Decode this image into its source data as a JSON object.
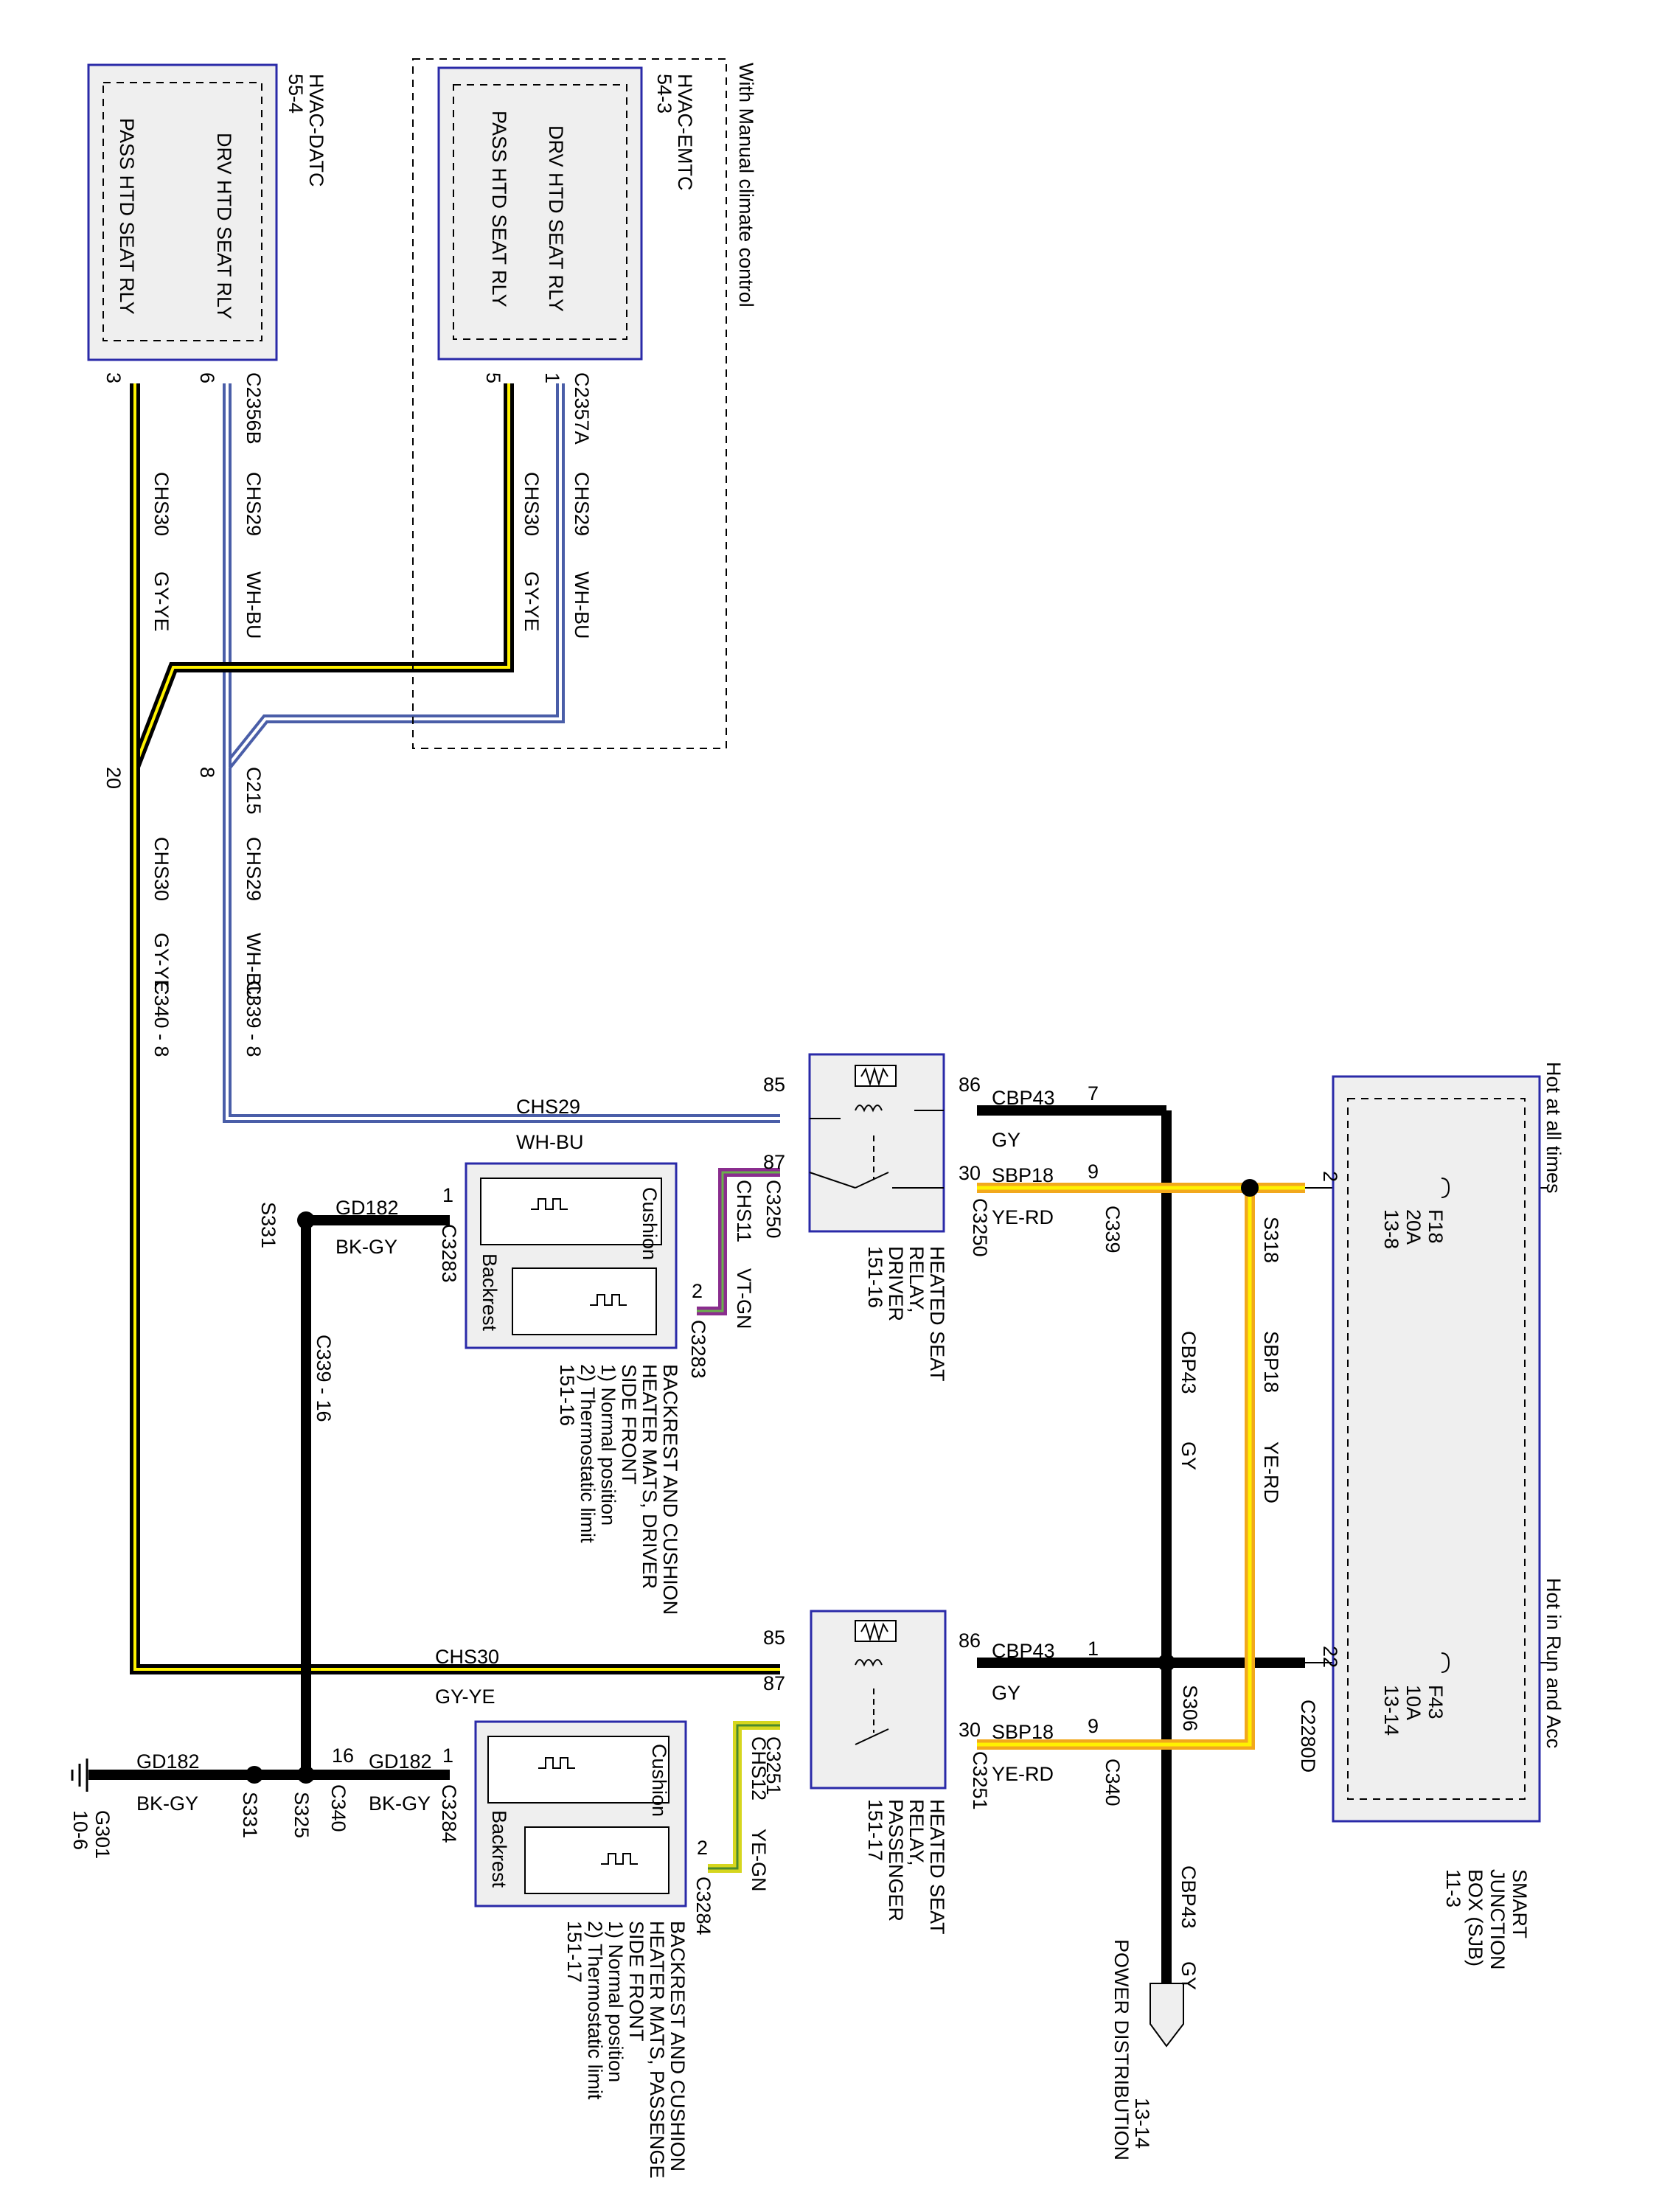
{
  "power_distribution": {
    "label": "POWER DISTRIBUTION",
    "page": "13-14",
    "wire_circuit": "CBP43",
    "wire_color": "GY"
  },
  "sjb": {
    "title": [
      "SMART",
      "JUNCTION",
      "BOX (SJB)",
      "11-3"
    ],
    "hot_always": "Hot at all times",
    "hot_run": "Hot in Run and Acc",
    "fuse1": {
      "name": "F18",
      "rating": "20A",
      "ref": "13-8",
      "pin": "2"
    },
    "fuse2": {
      "name": "F43",
      "rating": "10A",
      "ref": "13-14",
      "pin": "22",
      "connector": "C2280D"
    }
  },
  "splices": {
    "s318": "S318",
    "s306": "S306"
  },
  "wires": {
    "sbp18": "SBP18",
    "ye_rd": "YE-RD",
    "cbp43": "CBP43",
    "gy": "GY",
    "chs29": "CHS29",
    "wh_bu": "WH-BU",
    "chs30": "CHS30",
    "gy_ye": "GY-YE",
    "chs11": "CHS11",
    "vt_gn": "VT-GN",
    "chs12": "CHS12",
    "ye_gn": "YE-GN",
    "gd182": "GD182",
    "bk_gy": "BK-GY"
  },
  "connectors": {
    "c339": "C339",
    "c340": "C340",
    "c3250": "C3250",
    "c3251": "C3251",
    "c3283": "C3283",
    "c3284": "C3284",
    "c215": "C215",
    "c2356b": "C2356B",
    "c2357a": "C2357A",
    "c339_8": "C339 - 8",
    "c340_8": "C340 - 8",
    "c339_16": "C339 - 16",
    "pin7": "7",
    "pin9": "9",
    "pin1": "1",
    "pin16": "16",
    "pin86": "86",
    "pin30": "30",
    "pin85": "85",
    "pin87": "87",
    "pin2": "2",
    "pin8": "8",
    "pin20": "20",
    "pin6": "6",
    "pin3": "3",
    "pin5": "5"
  },
  "relay_driver": {
    "lines": [
      "HEATED SEAT",
      "RELAY,",
      "DRIVER",
      "151-16"
    ]
  },
  "relay_pass": {
    "lines": [
      "HEATED SEAT",
      "RELAY,",
      "PASSENGER",
      "151-17"
    ]
  },
  "mat_driver": {
    "lines": [
      "BACKREST AND CUSHION",
      "HEATER MATS, DRIVER",
      "SIDE FRONT",
      "1) Normal position",
      "2) Thermostatic limit",
      "151-16"
    ],
    "cushion": "Cushion",
    "backrest": "Backrest",
    "n1": "1",
    "n2": "2"
  },
  "mat_pass": {
    "lines": [
      "BACKREST AND CUSHION",
      "HEATER MATS, PASSENGE",
      "SIDE FRONT",
      "1) Normal position",
      "2) Thermostatic limit",
      "151-17"
    ],
    "cushion": "Cushion",
    "backrest": "Backrest"
  },
  "ground": {
    "s331": "S331",
    "s325": "S325",
    "s331b": "S331",
    "g301": "G301",
    "g301_ref": "10-6"
  },
  "hvac_emtc": {
    "name": "HVAC-EMTC",
    "ref": "54-3",
    "note": "With Manual climate control",
    "drv": "DRV HTD SEAT RLY",
    "pass": "PASS HTD SEAT RLY"
  },
  "hvac_datc": {
    "name": "HVAC-DATC",
    "ref": "55-4",
    "drv": "DRV HTD SEAT RLY",
    "pass": "PASS HTD SEAT RLY"
  }
}
